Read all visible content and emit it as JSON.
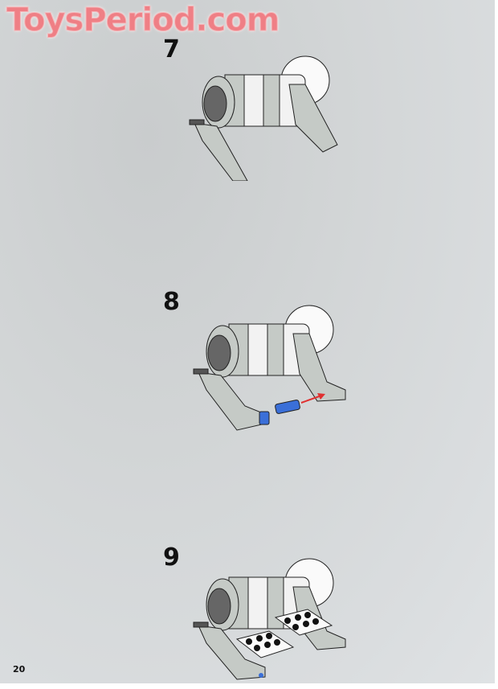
{
  "watermark": {
    "text": "ToysPeriod.com",
    "color": "#ef7f85"
  },
  "steps": [
    {
      "number": "7",
      "illustration": "assembly-step-7"
    },
    {
      "number": "8",
      "illustration": "assembly-step-8",
      "insert_part_color": "#3a6fd8",
      "arrow_color": "#e03030"
    },
    {
      "number": "9",
      "illustration": "assembly-step-9"
    }
  ],
  "page": {
    "number": "20",
    "background": "#d6d9da"
  }
}
